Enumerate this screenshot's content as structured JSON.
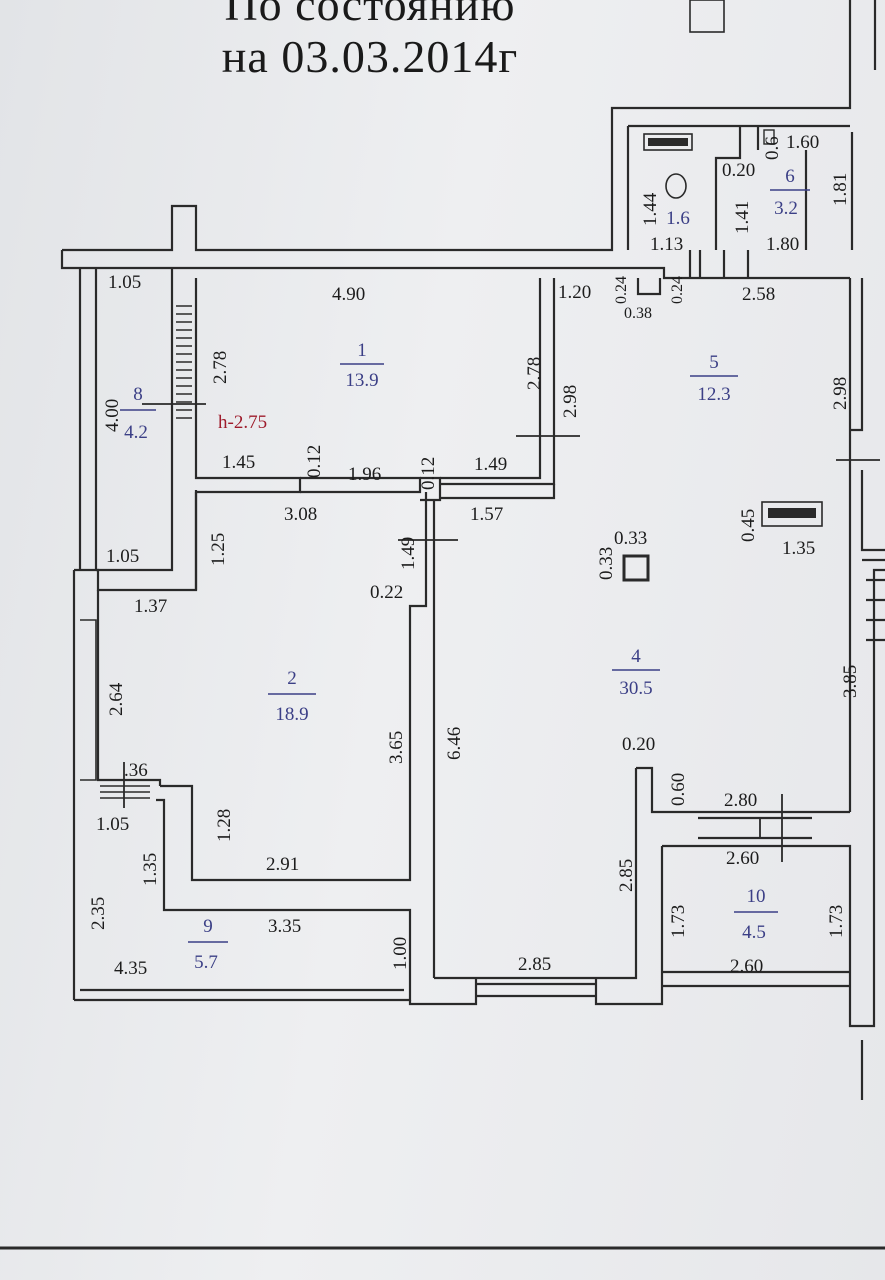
{
  "header": {
    "line1": "По состоянию",
    "line2": "на 03.03.2014г"
  },
  "rooms": [
    {
      "id": "1",
      "number": "1",
      "area": "13.9"
    },
    {
      "id": "2",
      "number": "2",
      "area": "18.9"
    },
    {
      "id": "4",
      "number": "4",
      "area": "30.5"
    },
    {
      "id": "5",
      "number": "5",
      "area": "12.3"
    },
    {
      "id": "6",
      "number": "6",
      "area": "3.2"
    },
    {
      "id": "7",
      "number": "",
      "area": "1.6"
    },
    {
      "id": "8",
      "number": "8",
      "area": "4.2"
    },
    {
      "id": "9",
      "number": "9",
      "area": "5.7"
    },
    {
      "id": "10",
      "number": "10",
      "area": "4.5"
    }
  ],
  "ceiling_height": "h-2.75",
  "dimensions": {
    "d_105_a": "1.05",
    "d_490": "4.90",
    "d_120": "1.20",
    "d_258": "2.58",
    "d_278_a": "2.78",
    "d_400": "4.00",
    "d_278_b": "2.78",
    "d_298_a": "2.98",
    "d_298_b": "2.98",
    "d_145": "1.45",
    "d_012_a": "0.12",
    "d_196": "1.96",
    "d_012_b": "0.12",
    "d_149_a": "1.49",
    "d_308": "3.08",
    "d_157": "1.57",
    "d_125": "1.25",
    "d_149_b": "1.49",
    "d_105_b": "1.05",
    "d_033_a": "0.33",
    "d_033_b": "0.33",
    "d_045": "0.45",
    "d_135_a": "1.35",
    "d_137": "1.37",
    "d_022": "0.22",
    "d_264": "2.64",
    "d_365": "3.65",
    "d_646": "6.46",
    "d_385": "3.85",
    "d_020_a": "0.20",
    "d_036": ".36",
    "d_105_c": "1.05",
    "d_128": "1.28",
    "d_060": "0.60",
    "d_280": "2.80",
    "d_291": "2.91",
    "d_135_b": "1.35",
    "d_260_a": "2.60",
    "d_285_a": "2.85",
    "d_235": "2.35",
    "d_335": "3.35",
    "d_173_a": "1.73",
    "d_173_b": "1.73",
    "d_100": "1.00",
    "d_435": "4.35",
    "d_285_b": "2.85",
    "d_260_b": "2.60",
    "d_160": "1.60",
    "d_020_b": "0.20",
    "d_181": "1.81",
    "d_144": "1.44",
    "d_141": "1.41",
    "d_113": "1.13",
    "d_180": "1.80",
    "d_024_a": "0.24",
    "d_024_b": "0.24",
    "d_038": "0.38",
    "d_060_top": "0.6"
  },
  "colors": {
    "wall": "#2a2a2a",
    "room_label": "#3b3f86",
    "height_label": "#9e1c2c",
    "paper": "#e9eaec"
  }
}
